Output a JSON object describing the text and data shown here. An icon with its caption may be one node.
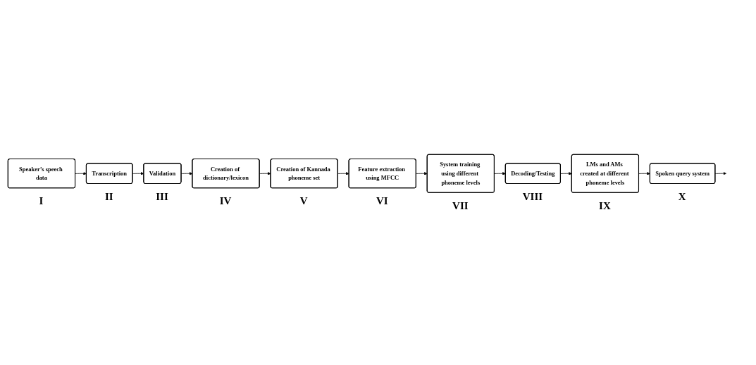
{
  "diagram": {
    "nodes": [
      {
        "text": [
          "Speaker’s speech data"
        ],
        "beside": [
          "I"
        ]
      },
      {
        "text": [
          "Transcription"
        ],
        "beside": [
          "II"
        ]
      },
      {
        "text": [
          "Validation"
        ],
        "beside": [
          "III"
        ]
      },
      {
        "text": [
          "Creation of dictionary/lexicon"
        ],
        "beside": [
          "IV"
        ]
      },
      {
        "text": [
          "Creation of Kannada phoneme set"
        ],
        "beside": [
          "V"
        ]
      },
      {
        "text": [
          "Feature extraction using MFCC"
        ],
        "beside": [
          "VI"
        ]
      },
      {
        "text": [
          "System training using different phoneme levels"
        ],
        "beside": [
          "VII"
        ]
      },
      {
        "text": [
          "Decoding/Testing"
        ],
        "beside": [
          "VIII"
        ]
      },
      {
        "text": [
          "LMs and AMs created at different phoneme levels"
        ],
        "beside": [
          "IX"
        ]
      },
      {
        "text": [
          "Spoken query system"
        ],
        "beside": [
          "X"
        ]
      }
    ],
    "edges": [
      {
        "from": 0,
        "to": 1,
        "arrow": "to"
      },
      {
        "from": 1,
        "to": 2,
        "arrow": "to"
      },
      {
        "from": 2,
        "to": 3,
        "arrow": "to"
      },
      {
        "from": 3,
        "to": 4,
        "arrow": "to"
      },
      {
        "from": 4,
        "to": 5,
        "arrow": "to"
      },
      {
        "from": 5,
        "to": 6,
        "arrow": "to"
      },
      {
        "from": 6,
        "to": 7,
        "arrow": "to"
      },
      {
        "from": 7,
        "to": 8,
        "arrow": "to"
      },
      {
        "from": 8,
        "to": 9,
        "arrow": "to"
      },
      {
        "from": 9,
        "to": null,
        "arrow": "to"
      }
    ]
  }
}
